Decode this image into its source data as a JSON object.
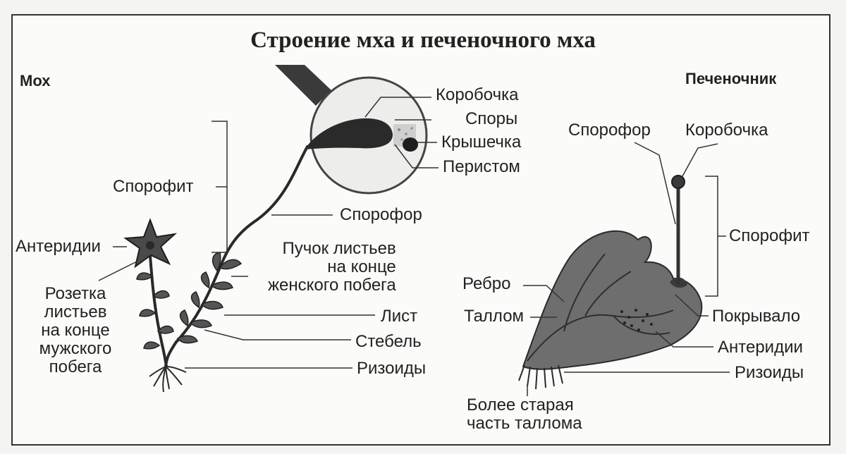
{
  "title": "Строение мха и печеночного мха",
  "moss": {
    "heading": "Мох",
    "labels": {
      "capsule": "Коробочка",
      "spores": "Споры",
      "lid": "Крышечка",
      "peristome": "Перистом",
      "sporophyte": "Спорофит",
      "sporophore": "Спорофор",
      "female_tuft": [
        "Пучок листьев",
        "на конце",
        "женского побега"
      ],
      "antheridia": "Антеридии",
      "male_rosette": [
        "Розетка",
        "листьев",
        "на конце",
        "мужского",
        "побега"
      ],
      "leaf": "Лист",
      "stem": "Стебель",
      "rhizoids": "Ризоиды"
    }
  },
  "liverwort": {
    "heading": "Печеночник",
    "labels": {
      "sporophore": "Спорофор",
      "capsule": "Коробочка",
      "sporophyte": "Спорофит",
      "rib": "Ребро",
      "thallus": "Таллом",
      "cover": "Покрывало",
      "antheridia": "Антеридии",
      "rhizoids": "Ризоиды",
      "older_thallus": [
        "Более старая",
        "часть таллома"
      ]
    }
  }
}
